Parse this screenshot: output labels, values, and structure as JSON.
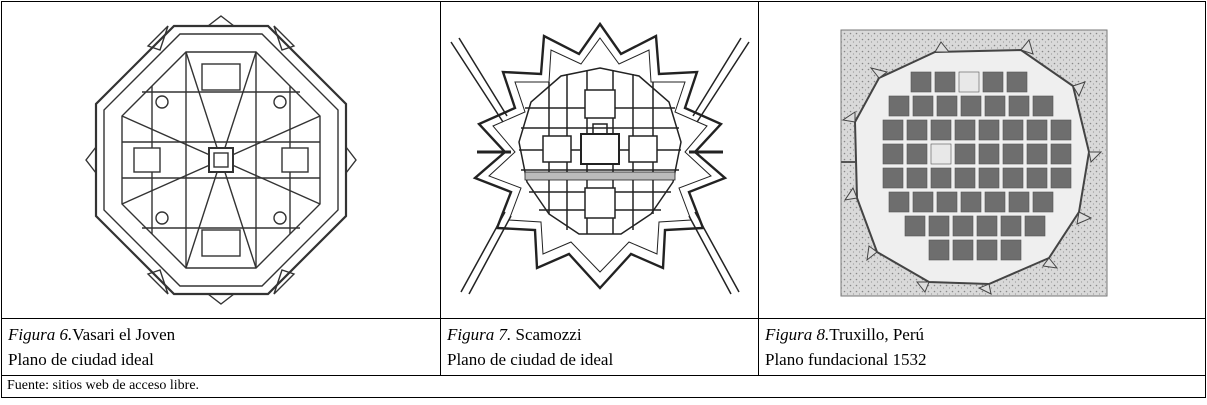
{
  "figures": [
    {
      "number": "Figura 6.",
      "caption_rest": "Vasari el Joven",
      "subtitle": "Plano de ciudad ideal",
      "image_desc": "octagonal-ideal-city-plan"
    },
    {
      "number": "Figura 7.",
      "caption_rest": " Scamozzi",
      "subtitle": "Plano de ciudad de ideal",
      "image_desc": "star-fortress-city-plan"
    },
    {
      "number": "Figura 8.",
      "caption_rest": "Truxillo, Perú",
      "subtitle": "Plano fundacional 1532",
      "image_desc": "walled-colonial-city-plan"
    }
  ],
  "source_note": "Fuente: sitios web de acceso libre."
}
